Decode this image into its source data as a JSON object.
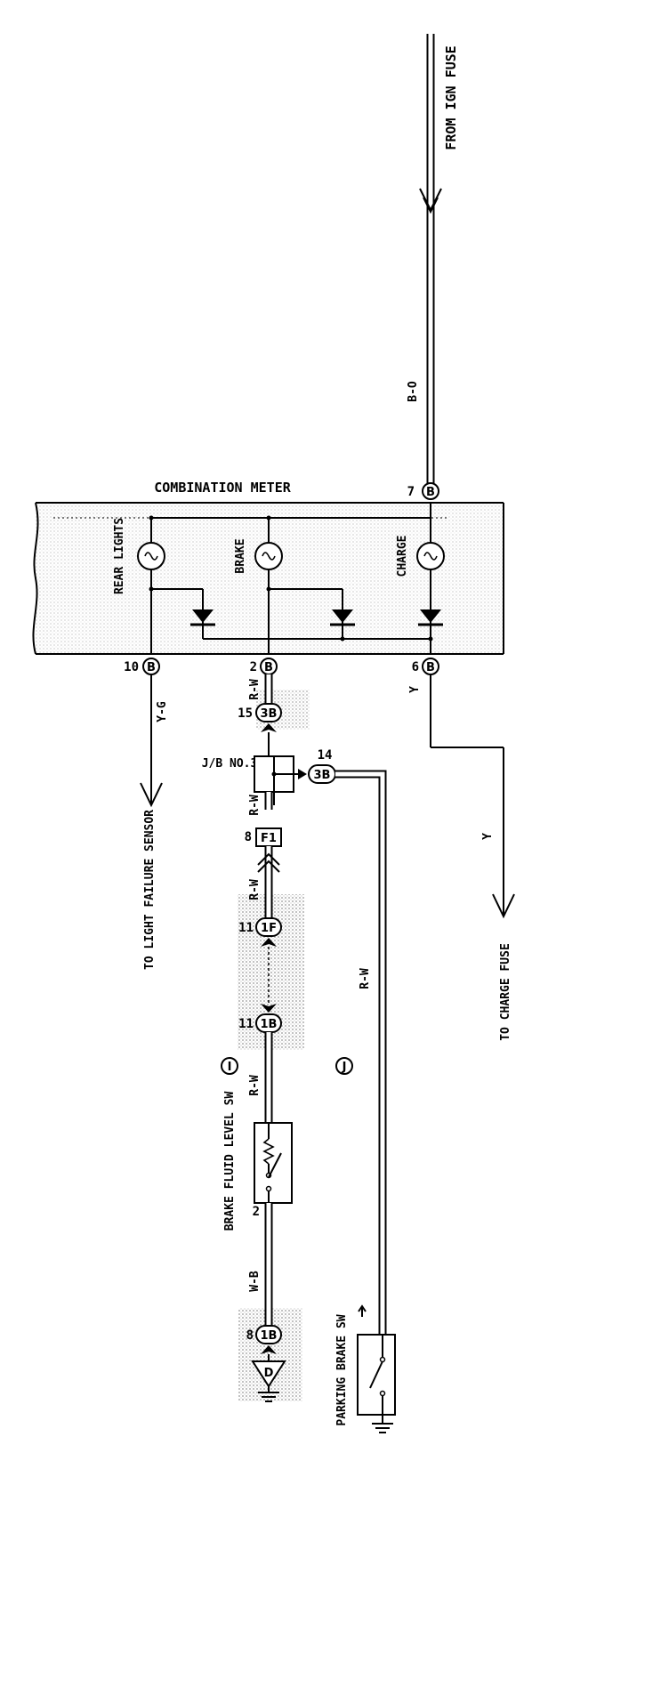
{
  "diagram": {
    "top_source": "FROM IGN FUSE",
    "meter_title": "COMBINATION METER",
    "lamps": {
      "rear": "REAR LIGHTS",
      "brake": "BRAKE",
      "charge": "CHARGE"
    },
    "wire_colors": {
      "ign": "B-O",
      "yg": "Y-G",
      "rw_top": "R-W",
      "rw_jb": "R-W",
      "rw_f1": "R-W",
      "rw_sw": "R-W",
      "rw_park": "R-W",
      "y1": "Y",
      "y2": "Y",
      "wb": "W-B"
    },
    "connectors": {
      "c7": "B",
      "c10": "B",
      "c2": "B",
      "c6": "B",
      "c15": "3B",
      "c14": "3B",
      "f1": "F1",
      "c1f": "1F",
      "c1b": "1B",
      "c1b_lower": "1B"
    },
    "pins": {
      "p7": "7",
      "p10": "10",
      "p2": "2",
      "p6": "6",
      "p15": "15",
      "p14": "14",
      "p8": "8",
      "p11a": "11",
      "p11b": "11",
      "p2b": "2",
      "p8b": "8"
    },
    "junction_block": "J/B NO.3",
    "to_light_failure": "TO LIGHT FAILURE SENSOR",
    "to_charge_fuse": "TO CHARGE FUSE",
    "brake_fluid_sw": "BRAKE FLUID LEVEL SW",
    "parking_brake_sw": "PARKING BRAKE SW",
    "loc_i": "I",
    "loc_j": "J",
    "ground_letter": "D"
  }
}
